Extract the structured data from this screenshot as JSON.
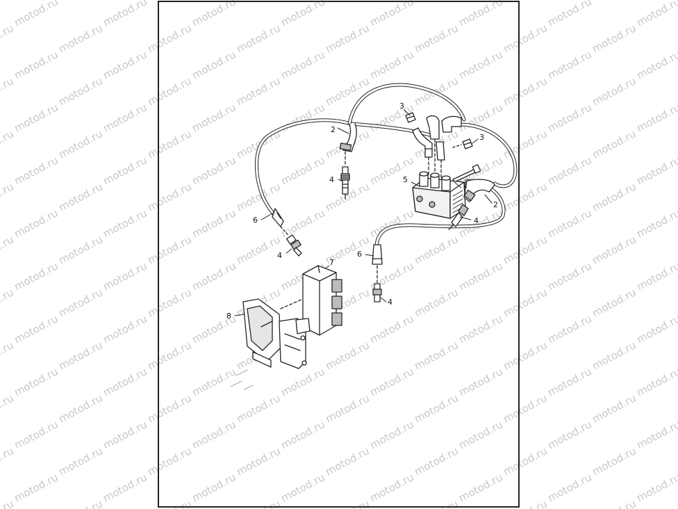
{
  "watermark": {
    "text": "motod.ru",
    "color": "#c8c8c8"
  },
  "colors": {
    "line": "#222222",
    "part_fill": "#ffffff",
    "part_shade": "#bcbcbc",
    "wm": "#c8c8c8"
  },
  "callouts": [
    {
      "id": "c1",
      "label": "1"
    },
    {
      "id": "c2a",
      "label": "2"
    },
    {
      "id": "c2b",
      "label": "2"
    },
    {
      "id": "c3a",
      "label": "3"
    },
    {
      "id": "c3b",
      "label": "3"
    },
    {
      "id": "c4a",
      "label": "4"
    },
    {
      "id": "c4b",
      "label": "4"
    },
    {
      "id": "c4c",
      "label": "4"
    },
    {
      "id": "c4d",
      "label": "4"
    },
    {
      "id": "c5",
      "label": "5"
    },
    {
      "id": "c6a",
      "label": "6"
    },
    {
      "id": "c6b",
      "label": "6"
    },
    {
      "id": "c7",
      "label": "7"
    },
    {
      "id": "c8",
      "label": "8"
    }
  ]
}
